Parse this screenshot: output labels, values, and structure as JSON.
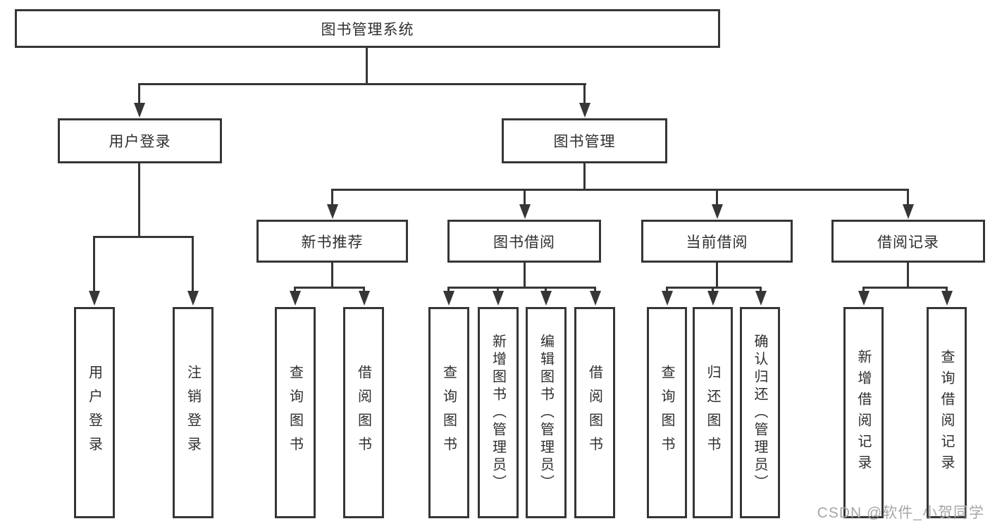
{
  "nodes": {
    "root": "图书管理系统",
    "l2": [
      "用户登录",
      "图书管理"
    ],
    "l3": [
      "新书推荐",
      "图书借阅",
      "当前借阅",
      "借阅记录"
    ],
    "g1": [
      "用户登录",
      "注销登录"
    ],
    "g2": [
      "查询图书",
      "借阅图书"
    ],
    "g3": [
      "查询图书",
      "新增图书（管理员）",
      "编辑图书（管理员）",
      "借阅图书"
    ],
    "g4": [
      "查询图书",
      "归还图书",
      "确认归还（管理员）"
    ],
    "g5": [
      "新增借阅记录",
      "查询借阅记录"
    ]
  },
  "watermark": "CSDN @软件_小贺同学",
  "colors": {
    "line": "#363636",
    "text": "#2f2f2f",
    "watermark": "#a3a7ad",
    "background": "#ffffff"
  }
}
